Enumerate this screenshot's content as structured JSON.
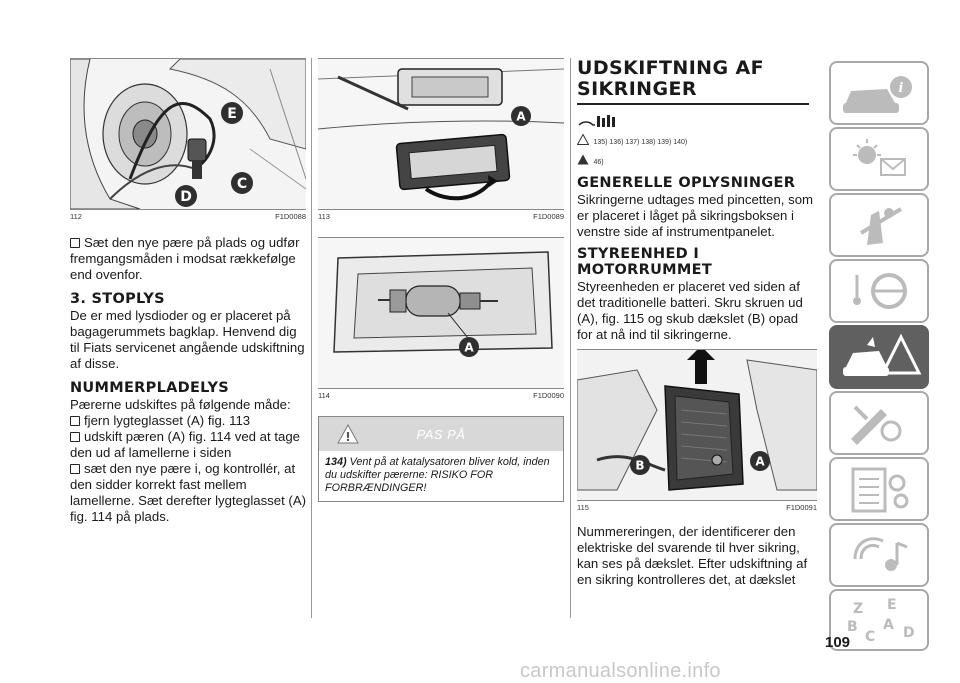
{
  "col1": {
    "fig112": {
      "num": "112",
      "code": "F1D0088",
      "labels": [
        "E",
        "C",
        "D"
      ]
    },
    "para1": "Sæt den nye pære på plads og udfør fremgangsmåden i modsat rækkefølge end ovenfor.",
    "heading_stoplys": "3. STOPLYS",
    "para_stoplys": "De er med lysdioder og er placeret på bagagerummets bagklap. Henvend dig til Fiats servicenet angående udskiftning af disse.",
    "heading_nummer": "NUMMERPLADELYS",
    "para_nummer": "Pærerne udskiftes på følgende måde:",
    "bullet1": "fjern lygteglasset (A) fig. 113",
    "bullet2": "udskift pæren (A) fig. 114 ved at tage den ud af lamellerne i siden",
    "bullet3": "sæt den nye pære i, og kontrollér, at den sidder korrekt fast mellem lamellerne. Sæt derefter lygteglasset (A) fig. 114 på plads."
  },
  "col2": {
    "fig113": {
      "num": "113",
      "code": "F1D0089",
      "label": "A"
    },
    "fig114": {
      "num": "114",
      "code": "F1D0090",
      "label": "A"
    },
    "warning_title": "PAS PÅ",
    "warning_num": "134)",
    "warning_text": " Vent på at katalysatoren bliver kold, inden du udskifter pærerne: RISIKO FOR FORBRÆNDINGER!"
  },
  "col3": {
    "title": "UDSKIFTNING AF SIKRINGER",
    "refs1": "135) 136) 137) 138) 139) 140)",
    "refs2": "46)",
    "heading_generelle": "GENERELLE OPLYSNINGER",
    "para_generelle": "Sikringerne udtages med pincetten, som er placeret i låget på sikringsboksen i venstre side af instrumentpanelet.",
    "heading_styre": "STYREENHED I MOTORRUMMET",
    "para_styre": "Styreenheden er placeret ved siden af det traditionelle batteri. Skru skruen ud (A), fig. 115 og skub dækslet (B) opad for at nå ind til sikringerne.",
    "fig115": {
      "num": "115",
      "code": "F1D0091",
      "labels": [
        "B",
        "A"
      ]
    },
    "para_num": "Nummereringen, der identificerer den elektriske del svarende til hver sikring, kan ses på dækslet. Efter udskiftning af en sikring kontrolleres det, at dækslet"
  },
  "page_number": "109",
  "watermark": "carmanualsonline.info",
  "tabs": [
    "dashboard-warning-icon",
    "warning-lights-icon",
    "airbag-seat-icon",
    "steering-wheel-icon",
    "breakdown-icon",
    "maintenance-icon",
    "multimedia-icon",
    "index-icon"
  ]
}
